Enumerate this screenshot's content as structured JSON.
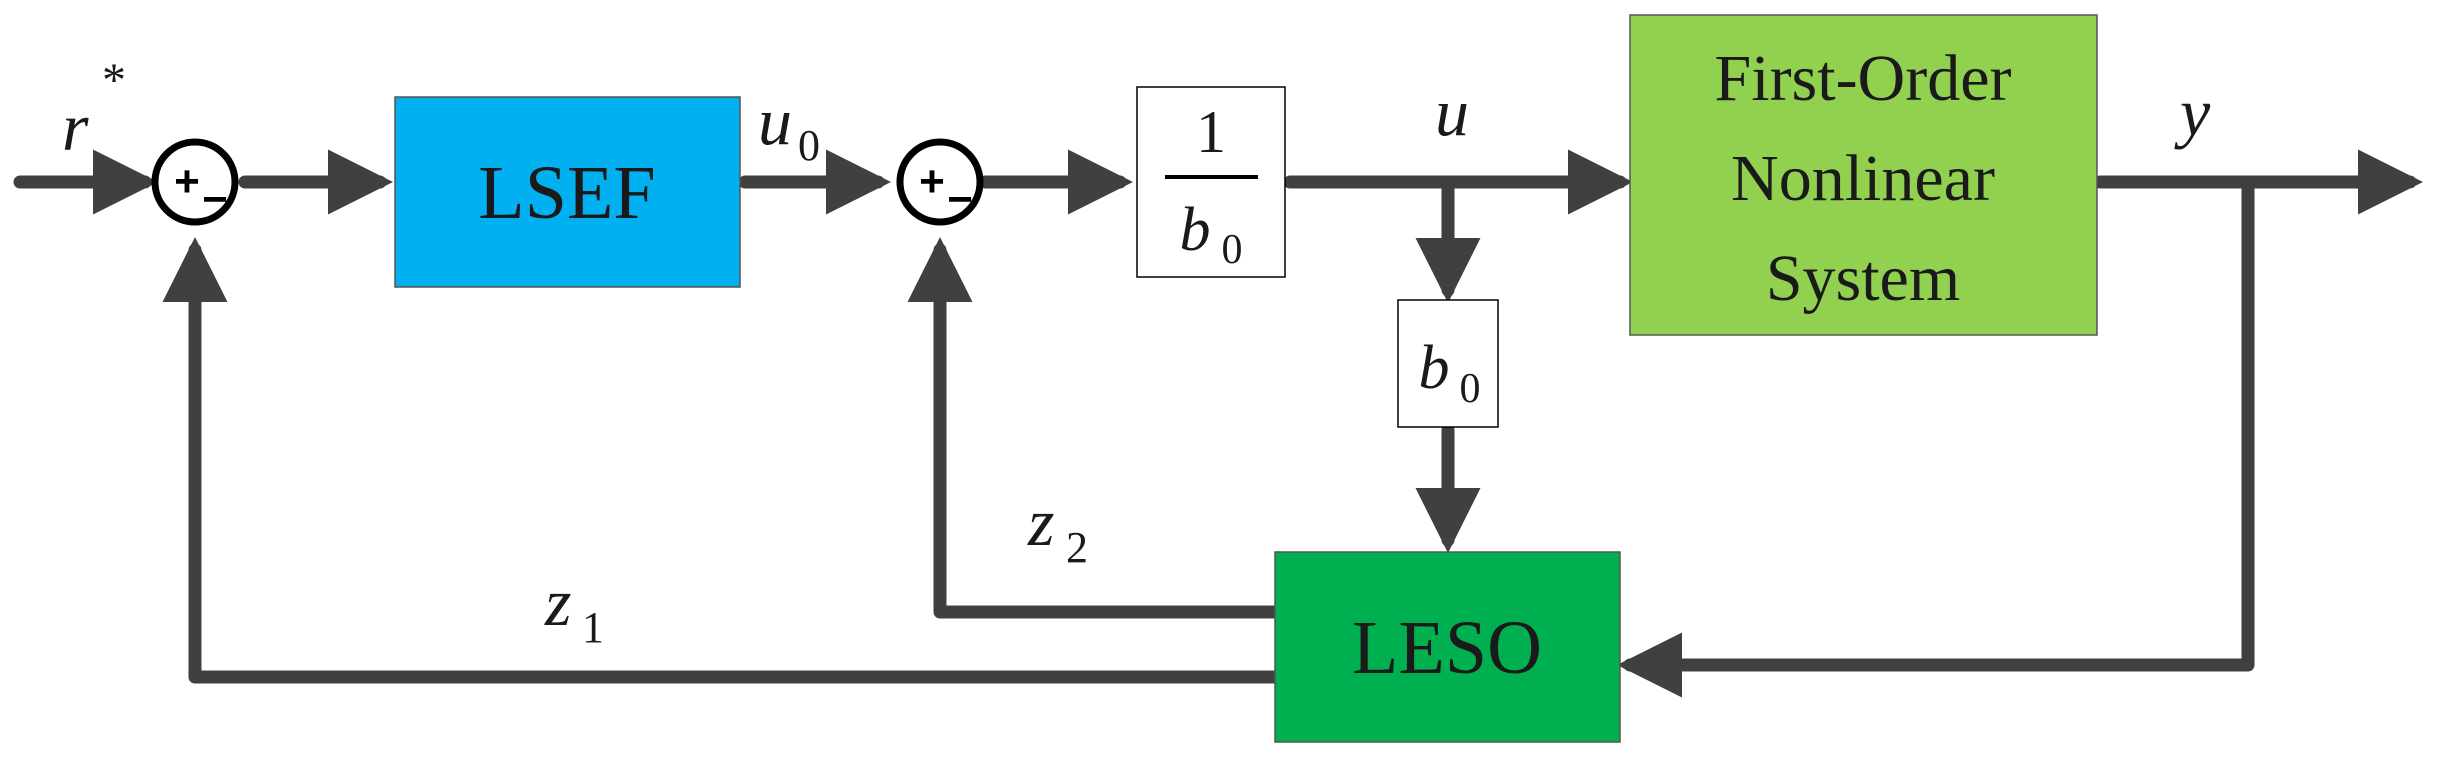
{
  "blocks": {
    "lsef": {
      "label": "LSEF",
      "color": "#00b0f0"
    },
    "plant": {
      "lines": [
        "First-Order",
        "Nonlinear",
        "System"
      ],
      "color": "#92d050"
    },
    "leso": {
      "label": "LESO",
      "color": "#00b050"
    },
    "gain_inv": {
      "numerator": "1",
      "denominator_var": "b",
      "denominator_sub": "0"
    },
    "gain_b0": {
      "var": "b",
      "sub": "0"
    }
  },
  "signals": {
    "r_star": {
      "var": "r",
      "sup": "*"
    },
    "u0": {
      "var": "u",
      "sub": "0"
    },
    "u": {
      "var": "u"
    },
    "y": {
      "var": "y"
    },
    "z1": {
      "var": "z",
      "sub": "1"
    },
    "z2": {
      "var": "z",
      "sub": "2"
    }
  },
  "summers": {
    "sum1": {
      "plus": "+",
      "minus": "−"
    },
    "sum2": {
      "plus": "+",
      "minus": "−"
    }
  },
  "colors": {
    "wire": "#404040",
    "box_border": "#000000"
  }
}
